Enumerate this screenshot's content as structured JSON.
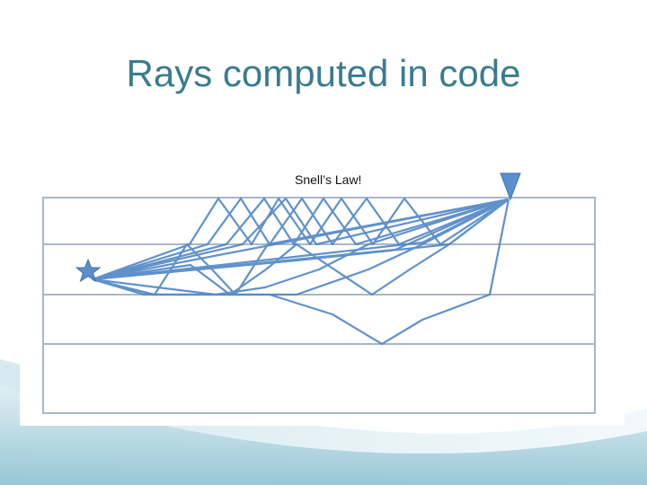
{
  "slide": {
    "title": "Rays computed in code",
    "caption": "Snell’s Law!"
  },
  "colors": {
    "title": "#3a7c8e",
    "ray": "#4f86c6",
    "layer_line": "#a9b6c9",
    "background_wave": "#cfe3ea"
  },
  "diagram": {
    "source_marker": "star-icon",
    "receiver_marker": "inverted-triangle-icon",
    "layer_count": 4
  }
}
